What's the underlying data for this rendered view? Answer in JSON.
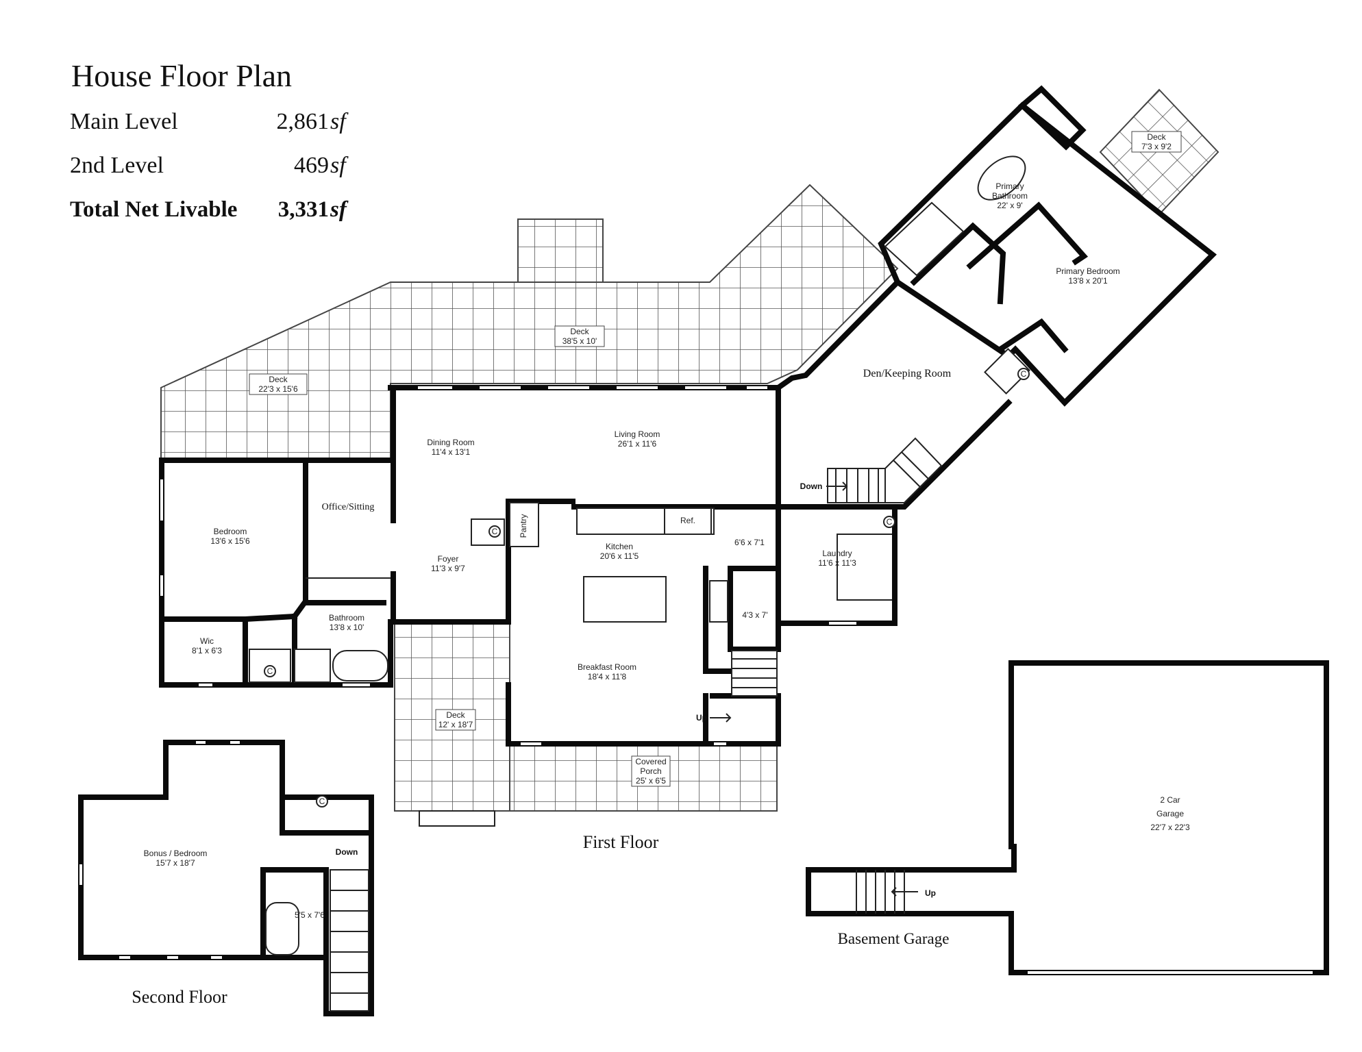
{
  "header": {
    "title": "House Floor Plan",
    "rows": [
      {
        "label": "Main Level",
        "value": "2,861",
        "unit": "sf"
      },
      {
        "label": "2nd Level",
        "value": "469",
        "unit": "sf"
      },
      {
        "label": "Total Net Livable",
        "value": "3,331",
        "unit": "sf"
      }
    ]
  },
  "captions": {
    "first_floor": "First Floor",
    "second_floor": "Second Floor",
    "basement_garage": "Basement Garage"
  },
  "rooms": {
    "deck_left": {
      "name": "Deck",
      "size": "22'3 x 15'6"
    },
    "deck_center": {
      "name": "Deck",
      "size": "38'5 x 10'"
    },
    "deck_right": {
      "name": "Deck",
      "size": "7'3 x 9'2"
    },
    "deck_front": {
      "name": "Deck",
      "size": "12' x 18'7"
    },
    "primary_bathroom": {
      "name1": "Primary",
      "name2": "Bathroom",
      "size": "22' x 9'"
    },
    "primary_bedroom": {
      "name": "Primary Bedroom",
      "size": "13'8 x 20'1"
    },
    "den": {
      "name": "Den/Keeping Room"
    },
    "dining": {
      "name": "Dining Room",
      "size": "11'4 x 13'1"
    },
    "living": {
      "name": "Living Room",
      "size": "26'1 x 11'6"
    },
    "bedroom": {
      "name": "Bedroom",
      "size": "13'6 x 15'6"
    },
    "office": {
      "name": "Office/Sitting"
    },
    "foyer": {
      "name": "Foyer",
      "size": "11'3 x 9'7"
    },
    "pantry": {
      "name": "Pantry"
    },
    "kitchen": {
      "name": "Kitchen",
      "size": "20'6 x 11'5"
    },
    "ref": {
      "name": "Ref."
    },
    "mud": {
      "size": "6'6 x 7'1"
    },
    "laundry": {
      "name": "Laundry",
      "size": "11'6 x 11'3"
    },
    "bathroom": {
      "name": "Bathroom",
      "size": "13'8 x 10'"
    },
    "wic": {
      "name": "Wic",
      "size": "8'1 x 6'3"
    },
    "half_bath": {
      "size": "4'3 x 7'"
    },
    "breakfast": {
      "name": "Breakfast Room",
      "size": "18'4 x 11'8"
    },
    "porch": {
      "name1": "Covered",
      "name2": "Porch",
      "size": "25' x 6'5"
    },
    "bonus": {
      "name": "Bonus / Bedroom",
      "size": "15'7 x 18'7"
    },
    "upper_bath": {
      "size": "5'5 x 7'6"
    },
    "garage": {
      "name1": "2 Car",
      "name2": "Garage",
      "size": "22'7 x 22'3"
    }
  },
  "stairs": {
    "down_main": "Down",
    "up_main": "Up",
    "down_second": "Down",
    "up_basement": "Up"
  },
  "closet_mark": "C"
}
